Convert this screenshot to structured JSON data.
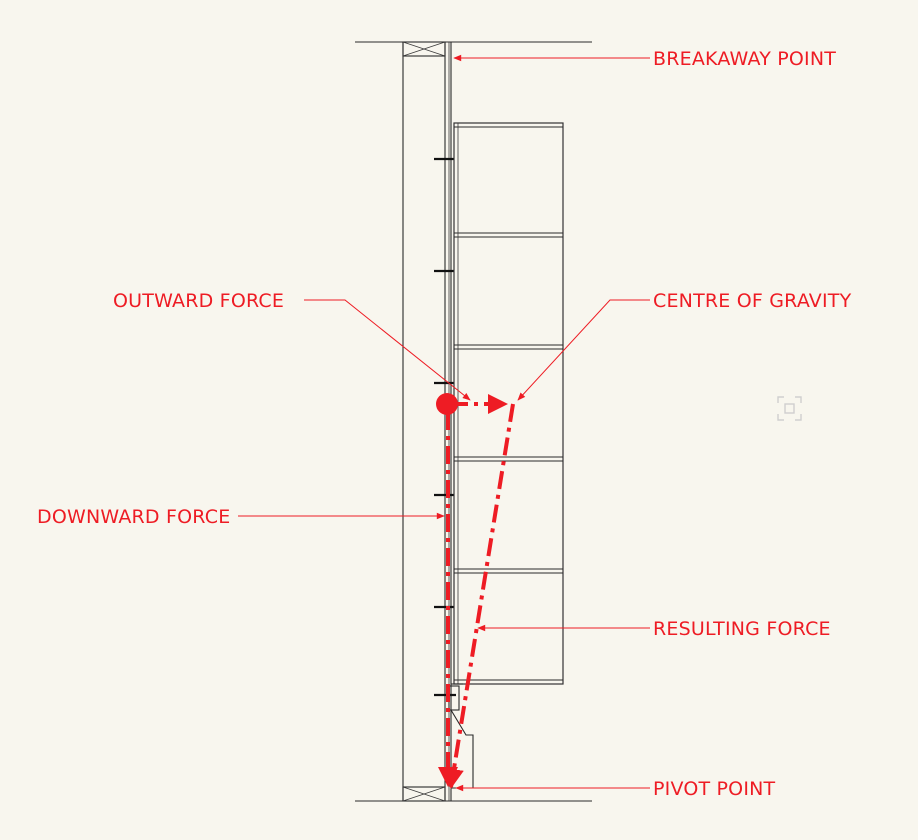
{
  "labels": {
    "breakaway_point": "BREAKAWAY POINT",
    "outward_force": "OUTWARD FORCE",
    "centre_of_gravity": "CENTRE OF GRAVITY",
    "downward_force": "DOWNWARD FORCE",
    "resulting_force": "RESULTING FORCE",
    "pivot_point": "PIVOT POINT"
  },
  "colors": {
    "annotation": "#ee1c24",
    "linework": "#2a2a2a",
    "background": "#f8f6ee"
  },
  "icons": {
    "corner_control": "frame-corners-icon"
  }
}
